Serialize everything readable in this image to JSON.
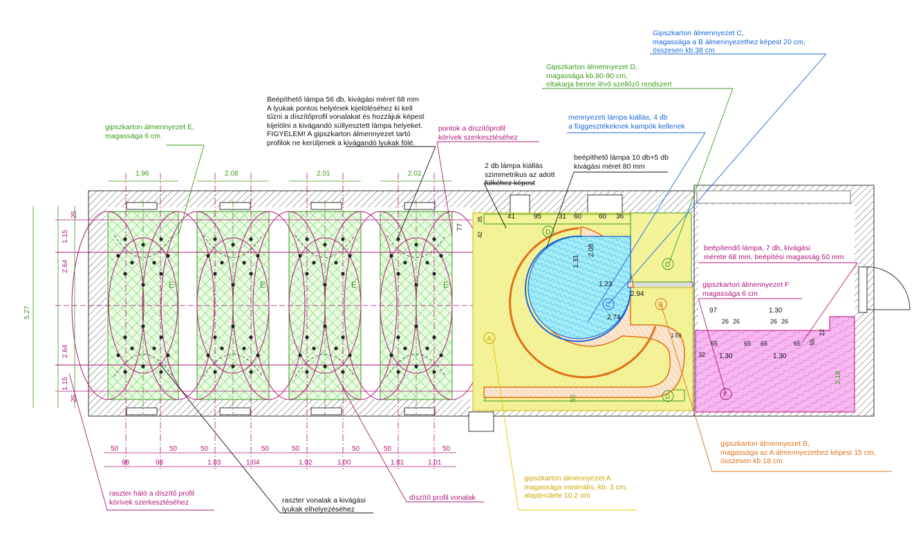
{
  "notes": {
    "lamp56": "Beépíthető lámpa 56 db, kivágási méret 68 mm\nA lyukak pontos helyének kijelöléséhez ki kell\ntűzni a díszítőprofil vonalakat és hozzájuk képest\nkijelölni a kivágandó süllyesztett lámpa helyeket.\nFIGYELEM! A gipszkarton álmennyezet tartó\nprofilok ne kerüljenek a kivágandó lyukak fölé.",
    "ceilingE": "gipszkarton álmennyezet E,\nmagassága 6 cm",
    "pontok": "pontok a díszítőprofil\nkörívek szerkesztéséhez",
    "ceilingD": "Gipszkarton álmennyezet D,\nmagassága kb.80-90 cm,\neltakarja benne lévő szellőző rendszert",
    "ceilingC": "Gipszkarton álmennyezet C,\nmagassága a B álmennyezethez képest 20 cm,\nösszesen kb.38 cm",
    "hanging": "mennyezeti lámpa kiállás, 4 db\na függesztékeknek kampók kellenek",
    "twoLamp": "2 db lámpa kiállás\nszimmetrikus az adott\nfülkéhez képest",
    "lamp10": "beépíthető lámpa 10 db+5 db\nkivágási méret 80 mm",
    "lamp7": "beépítendő lámpa, 7 db,  kivágási\nmérete 68 mm, beépítési magasság 50 mm",
    "ceilingF": "gipszkarton álmennyezet F\nmagassága 6 cm",
    "ceilingB": "gipszkarton álmennyezet B,\nmagassága az A álmennyezethez képest 15 cm,\nösszesen kb 18 cm",
    "ceilingA": "gipszkarton álmennyezet A\nmagassága minimális, kb. 3 cm,\nalapterülete 10,2 nm",
    "raszterHalo": "raszter háló a díszítő profil\nkörívek szerkesztéséhez",
    "raszterVonal": "raszter vonalak a kivágási\nlyukak elhelyezéséhez",
    "diszito": "díszítő profil vonalak"
  },
  "dims": {
    "topWidths": [
      "1.96",
      "2.08",
      "2.01",
      "2.02"
    ],
    "bottomSmall": [
      "50",
      "50",
      "50",
      "50",
      "50",
      "50",
      "50",
      "50"
    ],
    "bottomBig": [
      "98",
      "98",
      "1.03",
      "1.04",
      "1.02",
      "1.00",
      "1.01",
      "1.01"
    ],
    "leftTotal": "5.27",
    "leftHalf1": "2.64",
    "leftHalf2": "2.64",
    "left115a": "1.15",
    "left115b": "1.15",
    "left25a": "25",
    "left25b": "25",
    "d77": "77",
    "d35": "35",
    "d42": "42",
    "d41": "41",
    "d95": "95",
    "d31": "31",
    "d60a": "60",
    "d60b": "60",
    "d36": "36",
    "d131": "1.31",
    "d208": "2.08",
    "d123": "1.23",
    "d294": "2.94",
    "d274": "2.74",
    "d50v": "50",
    "d159": "1.59",
    "d97": "97",
    "d130top": "1.30",
    "d26a": "26",
    "d26b": "26",
    "d26c": "26",
    "d26d": "26",
    "d65a": "65",
    "d65b": "65",
    "d65c": "65",
    "d65d": "65",
    "d32": "32",
    "d130a": "1.30",
    "d130b": "1.30",
    "d55": "55",
    "d22": "22",
    "d218": "2.18"
  },
  "zones": {
    "A": "A",
    "B": "B",
    "C": "C",
    "D": "D",
    "E": "E",
    "F": "F"
  },
  "colors": {
    "wall": "#555555",
    "lineMagenta": "#b0157a",
    "green": "#3a9a1a",
    "hatchGreen": "#7ed86a",
    "yellowFill": "#f4f39a",
    "cyanFill": "#9ee8f6",
    "orange": "#e0701a",
    "blue": "#1a66dd",
    "pink": "#f7b2ee"
  }
}
